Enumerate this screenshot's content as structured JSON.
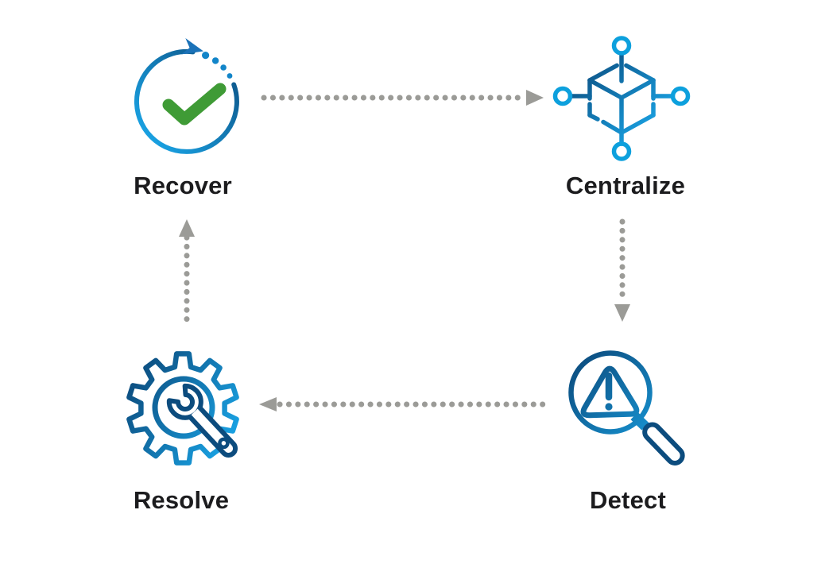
{
  "diagram": {
    "type": "cycle-flow",
    "nodes": [
      {
        "id": "recover",
        "label": "Recover",
        "icon": "circular-arrow-checkmark"
      },
      {
        "id": "centralize",
        "label": "Centralize",
        "icon": "connected-cube-network"
      },
      {
        "id": "detect",
        "label": "Detect",
        "icon": "magnifier-warning-triangle"
      },
      {
        "id": "resolve",
        "label": "Resolve",
        "icon": "gear-wrench"
      }
    ],
    "edges": [
      {
        "from": "recover",
        "to": "centralize",
        "style": "dotted-gray"
      },
      {
        "from": "centralize",
        "to": "detect",
        "style": "dotted-gray"
      },
      {
        "from": "detect",
        "to": "resolve",
        "style": "dotted-gray"
      },
      {
        "from": "resolve",
        "to": "recover",
        "style": "dotted-gray"
      }
    ],
    "colors": {
      "background": "#ffffff",
      "label_text": "#1c1c1e",
      "arrow_gray": "#9b9b97",
      "icon_gradient_dark": "#0c4c7e",
      "icon_gradient_light": "#1badf0",
      "refresh_arrow_blue": "#1b72b8",
      "refresh_dot_blue": "#1285c9",
      "node_circle_blue": "#0da0dd",
      "check_green": "#3f9b36"
    }
  }
}
